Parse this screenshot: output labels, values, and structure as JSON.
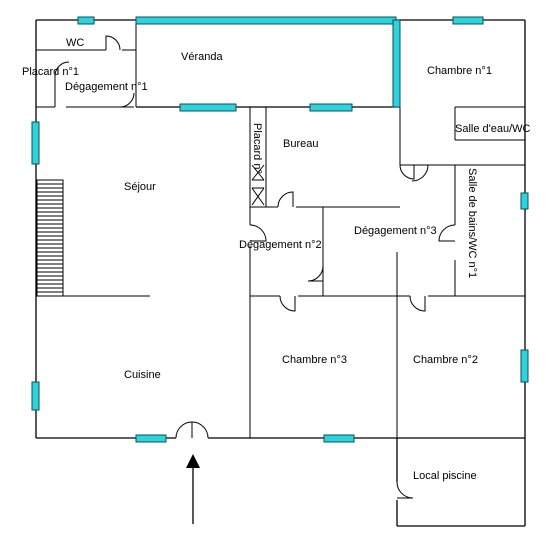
{
  "rooms": {
    "wc": "WC",
    "placard1": "Placard n°1",
    "degagement1": "Dégagement n°1",
    "veranda": "Véranda",
    "chambre1": "Chambre n°1",
    "salle_eau": "Salle d'eau/WC",
    "bureau": "Bureau",
    "placard2": "Placard n°",
    "sejour": "Séjour",
    "salle_bains": "Salle de bains/WC n°1",
    "degagement3": "Dégagement n°3",
    "degagement2": "Dégagement n°2",
    "cuisine": "Cuisine",
    "chambre3": "Chambre n°3",
    "chambre2": "Chambre n°2",
    "local_piscine": "Local piscine"
  },
  "colors": {
    "window": "#2ed3dc",
    "wall": "#000000"
  }
}
